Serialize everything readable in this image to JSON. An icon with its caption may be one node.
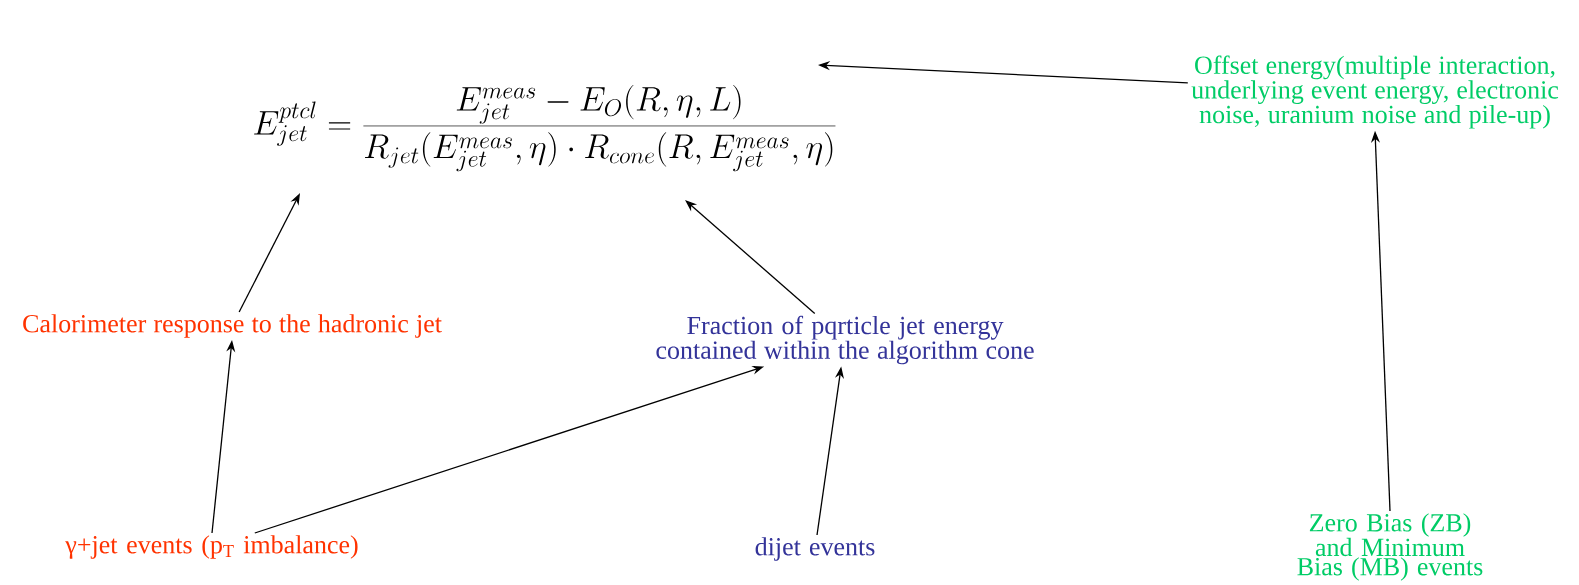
{
  "diagram": {
    "nodes": [
      {
        "text": [
          "E_{jet}^{ptcl}=\\frac{E_{jet}^{meas}-E_{O}(R,\\eta,L)}{R_{jet}(E_{jet}^{meas},\\eta)\\cdot R_{cone}(R,E_{jet}^{meas},\\eta)}"
        ]
      },
      {
        "text": [
          "Offset energy(multiple interaction, underlying event energy, electronic noise, uranium noise and pile-up)"
        ]
      },
      {
        "text": [
          "Calorimeter response to the hadronic jet"
        ]
      },
      {
        "text": [
          "Fraction of pqrticle jet energy contained within the algorithm cone"
        ]
      },
      {
        "text": [
          "γ+jet events (p$_{T}$ imbalance)"
        ]
      },
      {
        "text": [
          "dijet events"
        ]
      },
      {
        "text": [
          "Zero Bias (ZB) and Minimum Bias (MB) events"
        ]
      }
    ],
    "edges": [
      {
        "from": 1,
        "to": 0,
        "arrow": "to"
      },
      {
        "from": 2,
        "to": 0,
        "arrow": "to"
      },
      {
        "from": 3,
        "to": 0,
        "arrow": "to"
      },
      {
        "from": 4,
        "to": 2,
        "arrow": "to"
      },
      {
        "from": 4,
        "to": 3,
        "arrow": "to"
      },
      {
        "from": 5,
        "to": 3,
        "arrow": "to"
      },
      {
        "from": 6,
        "to": 1,
        "arrow": "to"
      }
    ]
  }
}
